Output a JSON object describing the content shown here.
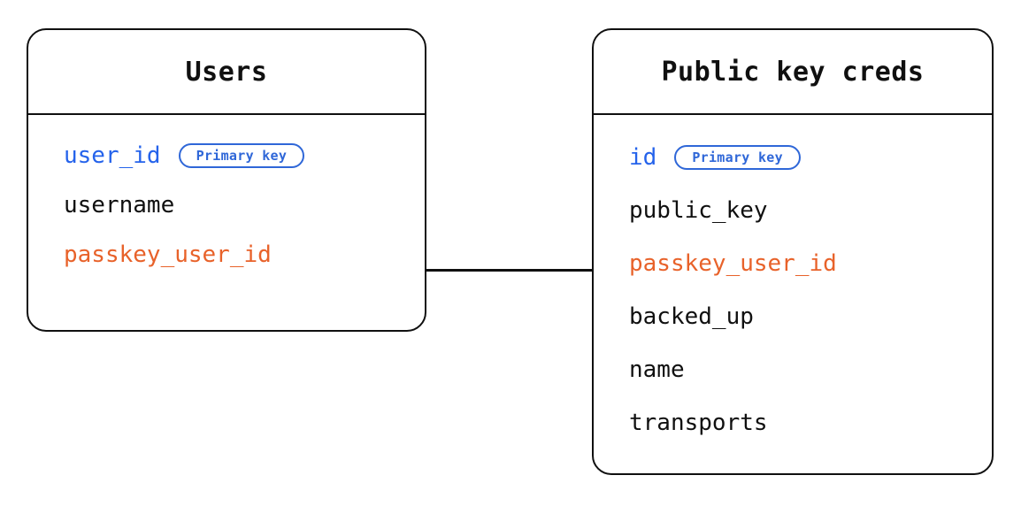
{
  "diagram": {
    "type": "entity-relationship-diagram",
    "background_color": "#ffffff",
    "colors": {
      "border": "#101010",
      "text": "#101010",
      "primary_key": "#2563eb",
      "foreign_key": "#e8622a",
      "badge": "#2f67d8",
      "connector": "#101010"
    },
    "entities": [
      {
        "id": "users",
        "title": "Users",
        "fields": [
          {
            "name": "user_id",
            "role": "pk",
            "badge": "Primary key"
          },
          {
            "name": "username",
            "role": "normal",
            "badge": null
          },
          {
            "name": "passkey_user_id",
            "role": "fk",
            "badge": null
          }
        ]
      },
      {
        "id": "public-key-creds",
        "title": "Public key creds",
        "fields": [
          {
            "name": "id",
            "role": "pk",
            "badge": "Primary key"
          },
          {
            "name": "public_key",
            "role": "normal",
            "badge": null
          },
          {
            "name": "passkey_user_id",
            "role": "fk",
            "badge": null
          },
          {
            "name": "backed_up",
            "role": "normal",
            "badge": null
          },
          {
            "name": "name",
            "role": "normal",
            "badge": null
          },
          {
            "name": "transports",
            "role": "normal",
            "badge": null
          }
        ]
      }
    ],
    "relationships": [
      {
        "id": "users-creds",
        "from": "users.passkey_user_id",
        "to": "public-key-creds.passkey_user_id",
        "style": "straight-line"
      }
    ]
  }
}
